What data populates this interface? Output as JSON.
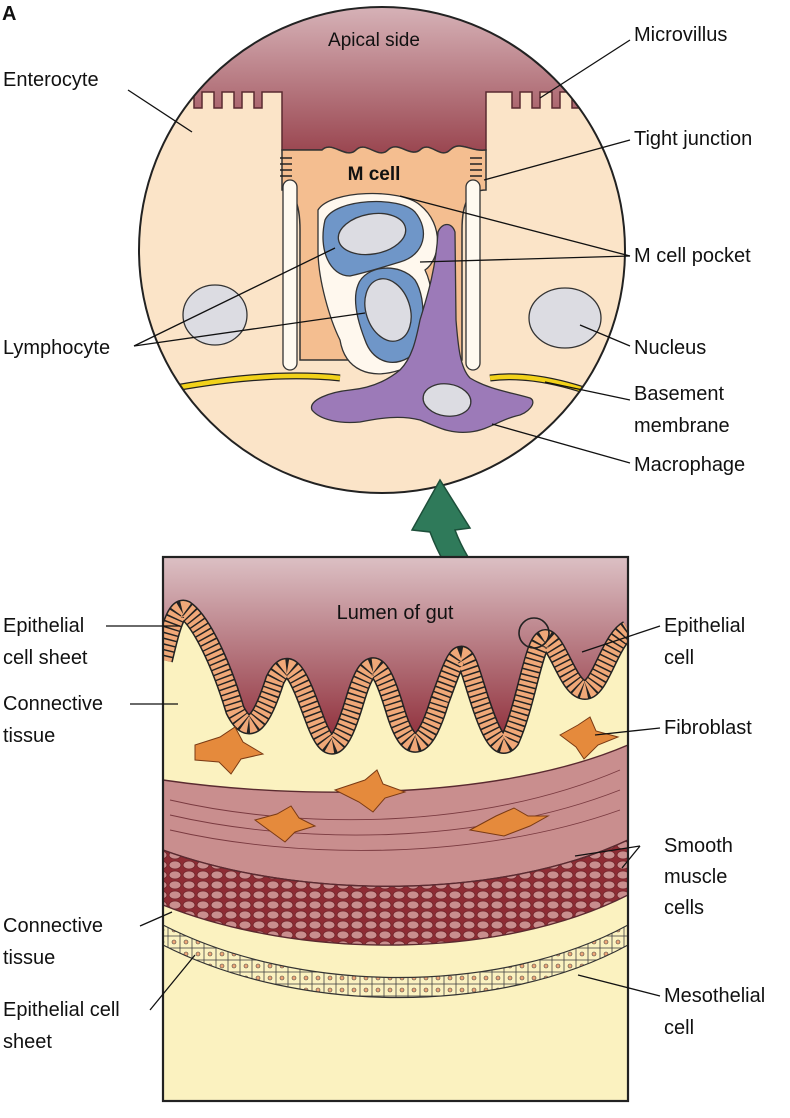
{
  "panel_letter": "A",
  "inset": {
    "apical_side": "Apical side",
    "m_cell": "M cell",
    "labels": {
      "enterocyte": "Enterocyte",
      "microvillus": "Microvillus",
      "tight_junction": "Tight junction",
      "m_cell_pocket": "M cell pocket",
      "lymphocyte": "Lymphocyte",
      "nucleus": "Nucleus",
      "basement_membrane_1": "Basement",
      "basement_membrane_2": "membrane",
      "macrophage": "Macrophage"
    }
  },
  "gut": {
    "lumen": "Lumen of gut",
    "labels": {
      "epithelial_cell_sheet_top_1": "Epithelial",
      "epithelial_cell_sheet_top_2": "cell sheet",
      "connective_tissue_top_1": "Connective",
      "connective_tissue_top_2": "tissue",
      "epithelial_cell_1": "Epithelial",
      "epithelial_cell_2": "cell",
      "fibroblast": "Fibroblast",
      "smooth_muscle_1": "Smooth",
      "smooth_muscle_2": "muscle",
      "smooth_muscle_3": "cells",
      "connective_tissue_bottom_1": "Connective",
      "connective_tissue_bottom_2": "tissue",
      "epithelial_cell_sheet_bottom_1": "Epithelial cell",
      "epithelial_cell_sheet_bottom_2": "sheet",
      "mesothelial_1": "Mesothelial",
      "mesothelial_2": "cell"
    }
  },
  "colors": {
    "enterocyte": "#fbe4c8",
    "lumen_top": "#d6b0b6",
    "lumen_bottom": "#8f2f3c",
    "m_cell": "#f4be90",
    "lymphocyte": "#6f96c8",
    "nucleus": "#dcdce2",
    "macrophage": "#9c7ab8",
    "basement": "#f2d21a",
    "epithelium": "#f0a878",
    "connective": "#fbf2c0",
    "fibroblast": "#e58a3c",
    "muscle": "#c98e8e",
    "muscle_dense": "#9a3c3c",
    "arrow": "#2f7a5a"
  }
}
